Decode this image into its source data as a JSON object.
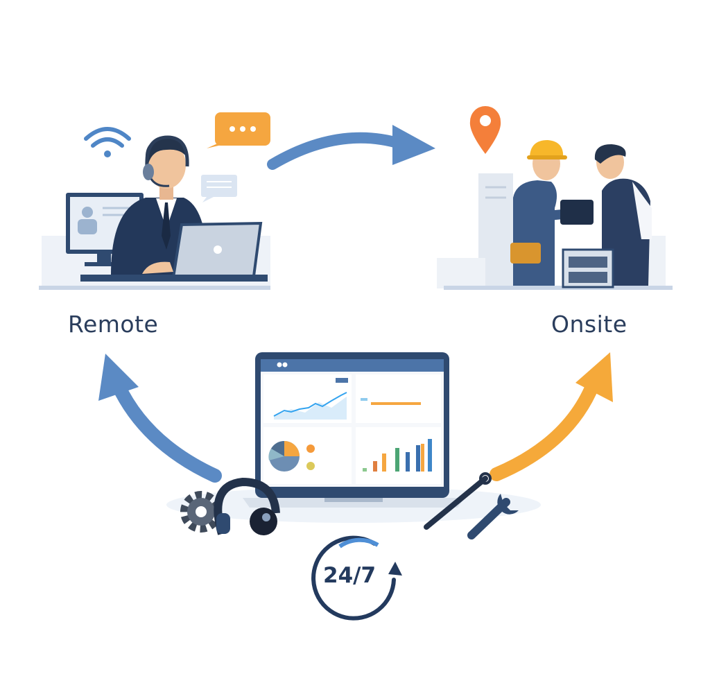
{
  "labels": {
    "remote": "Remote",
    "onsite": "Onsite",
    "availability": "24/7"
  },
  "colors": {
    "navy": "#233a5e",
    "blue_arrow": "#5b8ac4",
    "orange_arrow": "#f5a93a",
    "chat_orange": "#f5a640",
    "pin_orange": "#f47f3a"
  }
}
